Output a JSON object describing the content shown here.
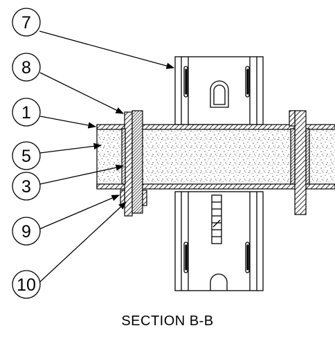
{
  "caption": "SECTION B-B",
  "callouts": [
    {
      "id": "7",
      "label": "7"
    },
    {
      "id": "8",
      "label": "8"
    },
    {
      "id": "1",
      "label": "1"
    },
    {
      "id": "5",
      "label": "5"
    },
    {
      "id": "3",
      "label": "3"
    },
    {
      "id": "9",
      "label": "9"
    },
    {
      "id": "10",
      "label": "10"
    }
  ]
}
